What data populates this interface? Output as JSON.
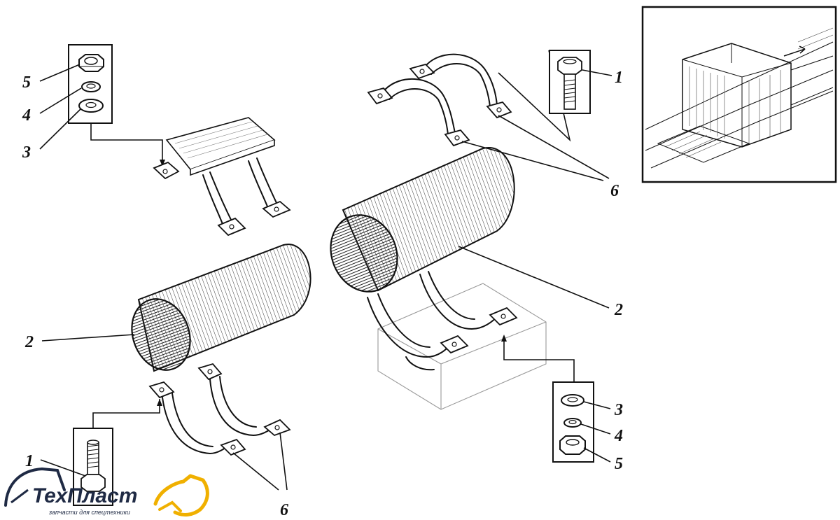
{
  "callouts": {
    "top_left_5": "5",
    "top_left_4": "4",
    "top_left_3": "3",
    "left_2": "2",
    "bottom_left_1": "1",
    "bottom_left_6": "6",
    "top_right_1": "1",
    "right_6": "6",
    "right_2": "2",
    "right_3": "3",
    "right_4": "4",
    "right_5": "5"
  },
  "logo": {
    "brand": "ТехПласт",
    "tagline": "запчасти для спецтехники",
    "colors": {
      "brand": "#1f2a44",
      "accent": "#f0b000"
    }
  }
}
